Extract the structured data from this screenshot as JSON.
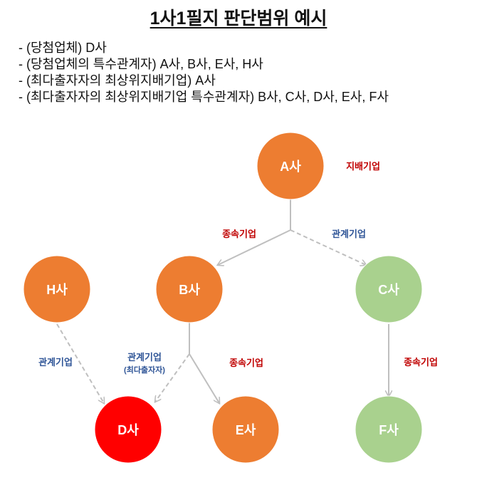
{
  "title": "1사1필지 판단범위 예시",
  "bullets": [
    "- (당첨업체) D사",
    "- (당첨업체의 특수관계자) A사, B사, E사, H사",
    "- (최다출자자의 최상위지배기업) A사",
    "- (최다출자자의 최상위지배기업 특수관계자) B사, C사, D사, E사, F사"
  ],
  "nodes": {
    "a": {
      "label": "A사",
      "color": "#ED7D31"
    },
    "b": {
      "label": "B사",
      "color": "#ED7D31"
    },
    "c": {
      "label": "C사",
      "color": "#A9D18E"
    },
    "d": {
      "label": "D사",
      "color": "#FF0000"
    },
    "e": {
      "label": "E사",
      "color": "#ED7D31"
    },
    "f": {
      "label": "F사",
      "color": "#A9D18E"
    },
    "h": {
      "label": "H사",
      "color": "#ED7D31"
    }
  },
  "labels": {
    "a_role": "지배기업",
    "a_to_b": "종속기업",
    "a_to_c": "관계기업",
    "h_to_d": "관계기업",
    "b_to_d": "관계기업",
    "b_to_d_note": "(최다출자자)",
    "b_to_e": "종속기업",
    "c_to_f": "종속기업"
  },
  "colors": {
    "subsidiary": "#C00000",
    "affiliate": "#2F5597",
    "edge": "#BFBFBF"
  }
}
